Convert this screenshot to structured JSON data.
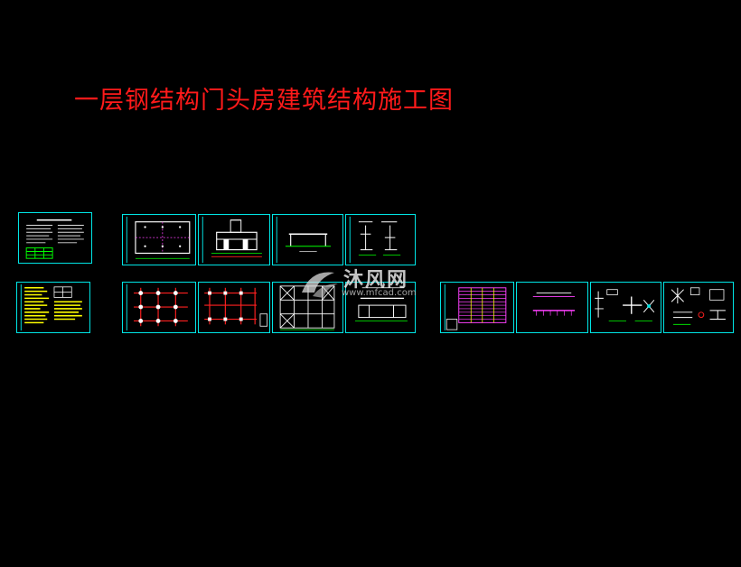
{
  "title": "一层钢结构门头房建筑结构施工图",
  "watermark": {
    "name": "沐风网",
    "url": "www.mfcad.com"
  },
  "colors": {
    "title": "#ff1a1a",
    "frame": "#00e5e5",
    "background": "#000000",
    "drawing_yellow": "#ffff00",
    "drawing_red": "#ff2020",
    "drawing_green": "#00ff00",
    "drawing_magenta": "#ff40ff"
  },
  "sheets": [
    {
      "id": "s1",
      "kind": "notes-white"
    },
    {
      "id": "s2",
      "kind": "plan"
    },
    {
      "id": "s3",
      "kind": "elevation"
    },
    {
      "id": "s4",
      "kind": "section"
    },
    {
      "id": "s5",
      "kind": "details"
    },
    {
      "id": "s6",
      "kind": "notes-yellow"
    },
    {
      "id": "s7",
      "kind": "column-grid"
    },
    {
      "id": "s8",
      "kind": "beam-grid"
    },
    {
      "id": "s9",
      "kind": "truss-plan"
    },
    {
      "id": "s10",
      "kind": "frame-section"
    },
    {
      "id": "s11",
      "kind": "roof-plan"
    },
    {
      "id": "s12",
      "kind": "purlin-elevation"
    },
    {
      "id": "s13",
      "kind": "connection-details"
    },
    {
      "id": "s14",
      "kind": "node-details"
    }
  ]
}
